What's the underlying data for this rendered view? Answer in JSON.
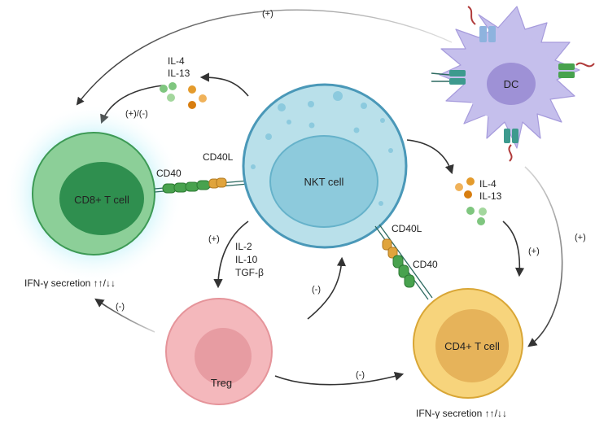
{
  "cells": {
    "nkt": "NKT cell",
    "cd8": "CD8+ T cell",
    "cd4": "CD4+ T cell",
    "treg": "Treg",
    "dc": "DC"
  },
  "molecules": {
    "cd40_left": "CD40",
    "cd40l_left": "CD40L",
    "cd40l_right": "CD40L",
    "cd40_right": "CD40"
  },
  "cytokines": {
    "top_left": [
      "IL-4",
      "IL-13"
    ],
    "right": [
      "IL-4",
      "IL-13"
    ],
    "treg": [
      "IL-2",
      "IL-10",
      "TGF-β"
    ]
  },
  "outcomes": {
    "cd8_secretion": "IFN-γ secretion ↑↑/↓↓",
    "cd4_secretion": "IFN-γ secretion ↑↑/↓↓"
  },
  "signs": {
    "dc_to_cd8": "(+)",
    "il4_to_cd8": "(+)/(-)",
    "nkt_to_treg": "(+)",
    "treg_to_nkt": "(-)",
    "treg_to_cd8": "(-)",
    "treg_to_cd4": "(-)",
    "il4_to_cd4": "(+)",
    "dc_to_cd4": "(+)"
  },
  "colors": {
    "nkt_fill": "#b9e0ea",
    "nkt_border": "#4a98b8",
    "cd8_outer": "#8ccf98",
    "cd8_inner": "#2f8f4f",
    "cd4_outer": "#f7d47c",
    "cd4_inner": "#e6b35a",
    "treg_outer": "#f4b8bc",
    "treg_inner": "#e79ca2",
    "dc_fill": "#c5bfec",
    "dc_nucleus": "#9e91d6",
    "arrow": "#333333"
  }
}
